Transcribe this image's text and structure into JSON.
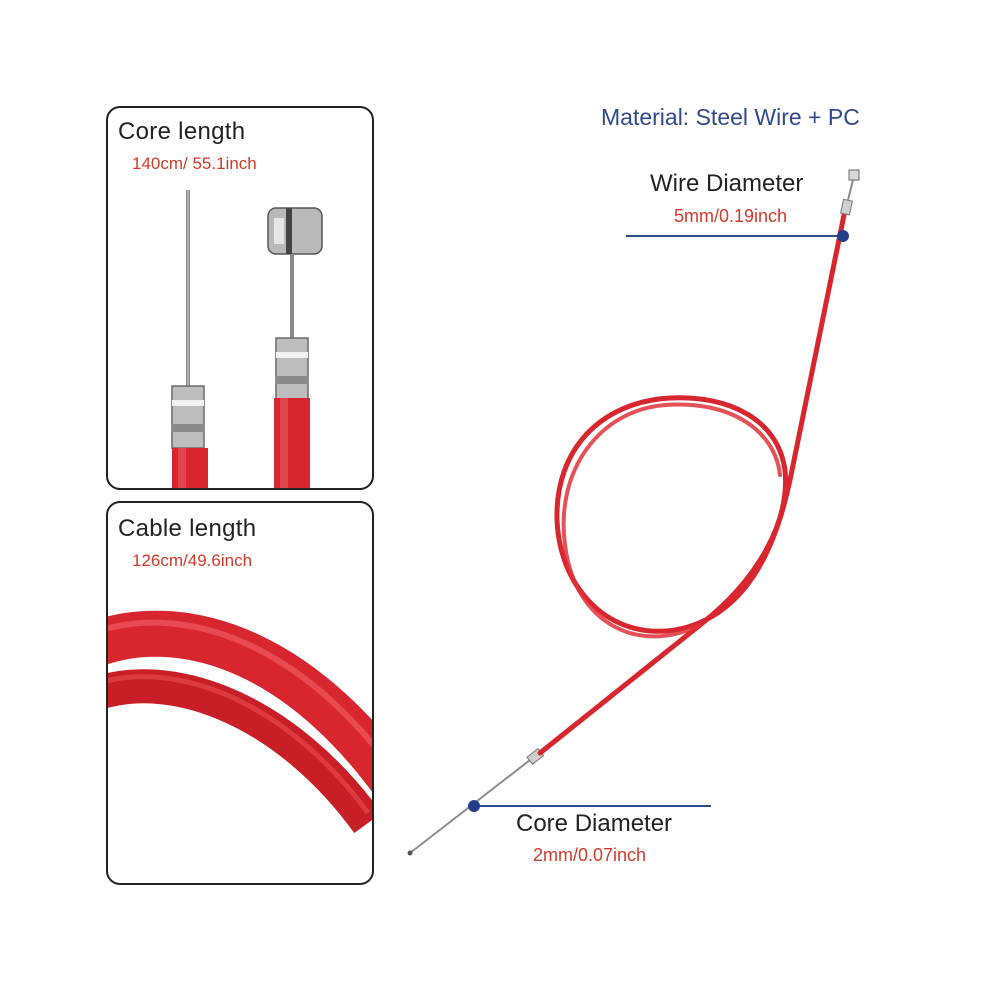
{
  "material_label": "Material: Steel Wire + PC",
  "panels": {
    "core": {
      "title": "Core length",
      "value": "140cm/ 55.1inch"
    },
    "cable": {
      "title": "Cable length",
      "value": "126cm/49.6inch"
    }
  },
  "callouts": {
    "wire_diameter": {
      "title": "Wire Diameter",
      "value": "5mm/0.19inch"
    },
    "core_diameter": {
      "title": "Core Diameter",
      "value": "2mm/0.07inch"
    }
  },
  "colors": {
    "cable_red": "#d8262e",
    "label_red": "#d23a2a",
    "label_blue": "#2e4a8a",
    "marker_blue": "#233e8b"
  }
}
